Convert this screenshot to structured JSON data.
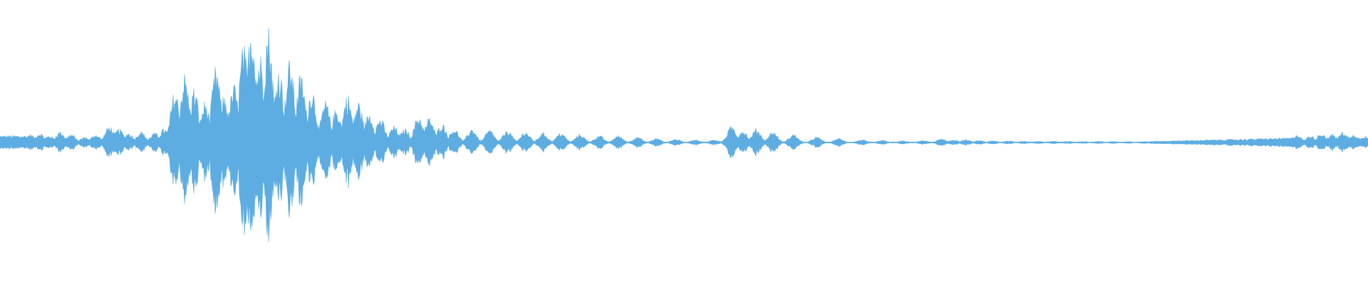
{
  "waveform": {
    "color": "#5DADE2",
    "background": "#ffffff",
    "shape": "audio-waveform",
    "segments": [
      {
        "start": 0.0,
        "end": 0.054,
        "peak": 0.12,
        "style": "noise"
      },
      {
        "start": 0.054,
        "end": 0.11,
        "peak": 0.1,
        "style": "bursts"
      },
      {
        "start": 0.11,
        "end": 0.15,
        "peak": 0.45,
        "style": "bursts"
      },
      {
        "start": 0.15,
        "end": 0.21,
        "peak": 1.0,
        "style": "bursts"
      },
      {
        "start": 0.21,
        "end": 0.34,
        "peak": 0.3,
        "style": "bursts"
      },
      {
        "start": 0.34,
        "end": 0.43,
        "peak": 0.22,
        "style": "bursts"
      },
      {
        "start": 0.43,
        "end": 0.52,
        "peak": 0.06,
        "style": "bursts"
      },
      {
        "start": 0.52,
        "end": 0.66,
        "peak": 0.05,
        "style": "bursts"
      },
      {
        "start": 0.66,
        "end": 0.86,
        "peak": 0.02,
        "style": "noise"
      },
      {
        "start": 0.86,
        "end": 0.94,
        "peak": 0.06,
        "style": "noise"
      },
      {
        "start": 0.94,
        "end": 1.0,
        "peak": 0.12,
        "style": "bursts"
      }
    ]
  }
}
